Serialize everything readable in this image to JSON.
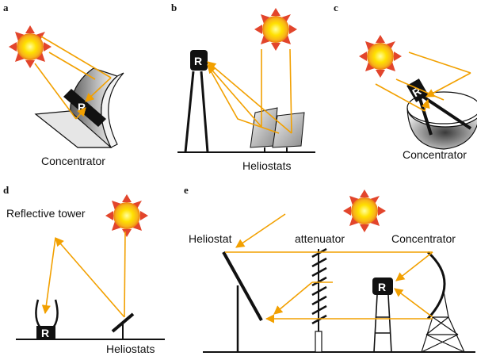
{
  "panels": {
    "a": {
      "letter": "a",
      "caption": "Concentrator",
      "receiver": "R"
    },
    "b": {
      "letter": "b",
      "caption": "Heliostats",
      "receiver": "R"
    },
    "c": {
      "letter": "c",
      "caption": "Concentrator",
      "receiver": "R"
    },
    "d": {
      "letter": "d",
      "caption_tower": "Reflective tower",
      "caption_heliostats": "Heliostats",
      "receiver": "R"
    },
    "e": {
      "letter": "e",
      "caption_heliostat": "Heliostat",
      "caption_attenuator": "attenuator",
      "caption_concentrator": "Concentrator",
      "receiver": "R"
    }
  },
  "colors": {
    "ray": "#f2a000",
    "sun_core": "#ffe000",
    "sun_rim": "#f07a10",
    "sun_ray": "#e2452c"
  }
}
